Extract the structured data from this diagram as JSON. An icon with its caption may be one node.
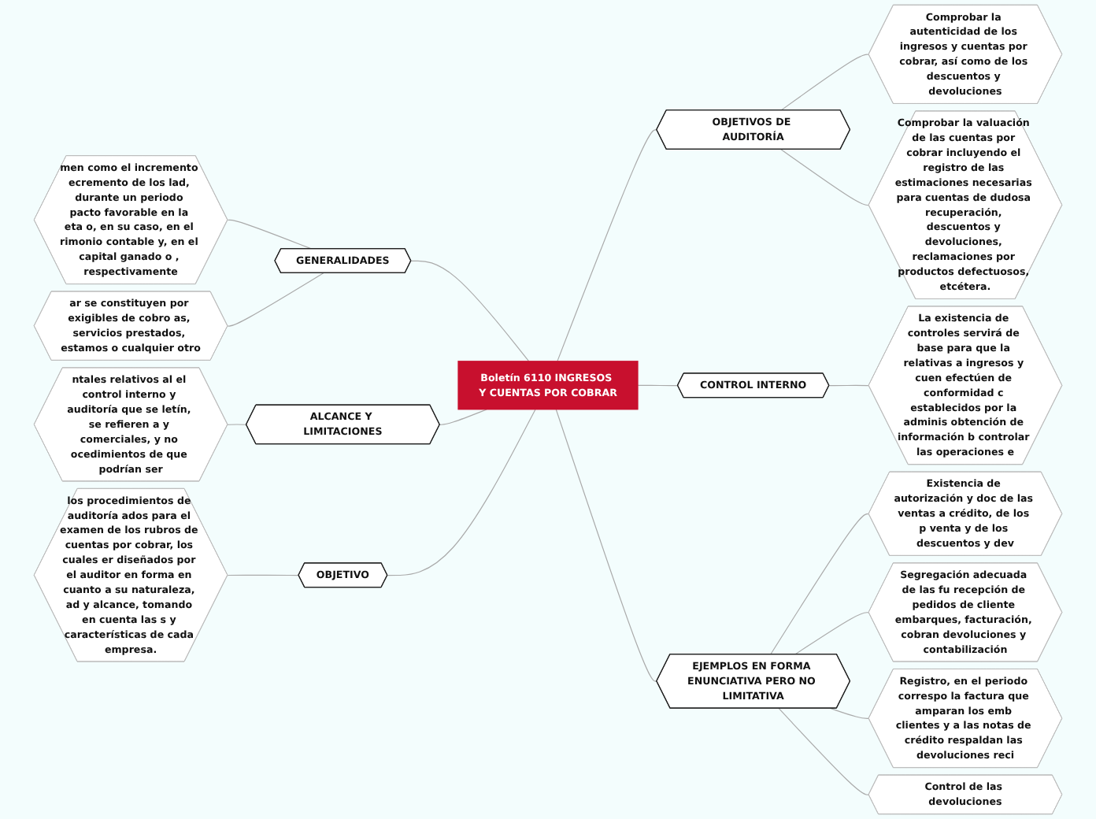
{
  "diagram": {
    "nodes": [
      {
        "text": [
          "Boletín 6110 INGRESOS Y CUENTAS POR COBRAR"
        ]
      },
      {
        "text": [
          "OBJETIVOS DE AUDITORÍA"
        ]
      },
      {
        "text": [
          "Comprobar la autenticidad de los ingresos y cuentas por cobrar, así como de los descuentos y devoluciones"
        ]
      },
      {
        "text": [
          "Comprobar la valuación de las cuentas por cobrar incluyendo el registro de las estimaciones necesarias para cuentas de dudosa recuperación, descuentos y devoluciones, reclamaciones por productos defectuosos, etcétera."
        ]
      },
      {
        "text": [
          "CONTROL INTERNO"
        ]
      },
      {
        "text": [
          "La existencia de controles servirá de base para que la relativas a ingresos y cuen efectúen de conformidad c establecidos por la adminis obtención de información b controlar las operaciones e"
        ]
      },
      {
        "text": [
          "EJEMPLOS EN FORMA ENUNCIATIVA PERO NO LIMITATIVA"
        ]
      },
      {
        "text": [
          "Existencia de autorización y doc de las ventas a crédito, de los p venta y de los descuentos y dev"
        ]
      },
      {
        "text": [
          "Segregación adecuada de las fu recepción de pedidos de cliente embarques, facturación, cobran devoluciones y contabilización"
        ]
      },
      {
        "text": [
          "Registro, en el periodo correspo la factura que amparan los emb clientes y a las notas de crédito respaldan las devoluciones reci"
        ]
      },
      {
        "text": [
          "Control de las devoluciones"
        ]
      },
      {
        "text": [
          "GENERALIDADES"
        ]
      },
      {
        "text": [
          "men como el incremento ecremento de los lad, durante un periodo pacto favorable en la eta o, en su caso, en el rimonio contable y, en el capital ganado o , respectivamente"
        ]
      },
      {
        "text": [
          "ar se constituyen por exigibles de cobro as, servicios prestados, estamos o cualquier otro"
        ]
      },
      {
        "text": [
          "ALCANCE Y LIMITACIONES"
        ]
      },
      {
        "text": [
          "ntales relativos al el control interno y auditoría que se letín, se refieren a y comerciales, y no ocedimientos de que podrían ser"
        ]
      },
      {
        "text": [
          "OBJETIVO"
        ]
      },
      {
        "text": [
          "los procedimientos de auditoría ados para el examen de los rubros de cuentas por cobrar, los cuales er diseñados por el auditor en forma en cuanto a su naturaleza, ad y alcance, tomando en cuenta las s y características de cada empresa."
        ]
      }
    ],
    "edges": [
      {
        "from": 0,
        "to": 1,
        "arrow": "none"
      },
      {
        "from": 1,
        "to": 2,
        "arrow": "none"
      },
      {
        "from": 1,
        "to": 3,
        "arrow": "none"
      },
      {
        "from": 0,
        "to": 4,
        "arrow": "none"
      },
      {
        "from": 4,
        "to": 5,
        "arrow": "none"
      },
      {
        "from": 0,
        "to": 6,
        "arrow": "none"
      },
      {
        "from": 6,
        "to": 7,
        "arrow": "none"
      },
      {
        "from": 6,
        "to": 8,
        "arrow": "none"
      },
      {
        "from": 6,
        "to": 9,
        "arrow": "none"
      },
      {
        "from": 6,
        "to": 10,
        "arrow": "none"
      },
      {
        "from": 0,
        "to": 11,
        "arrow": "none"
      },
      {
        "from": 11,
        "to": 12,
        "arrow": "none"
      },
      {
        "from": 11,
        "to": 13,
        "arrow": "none"
      },
      {
        "from": 0,
        "to": 14,
        "arrow": "none"
      },
      {
        "from": 14,
        "to": 15,
        "arrow": "none"
      },
      {
        "from": 0,
        "to": 16,
        "arrow": "none"
      },
      {
        "from": 16,
        "to": 17,
        "arrow": "none"
      }
    ]
  }
}
